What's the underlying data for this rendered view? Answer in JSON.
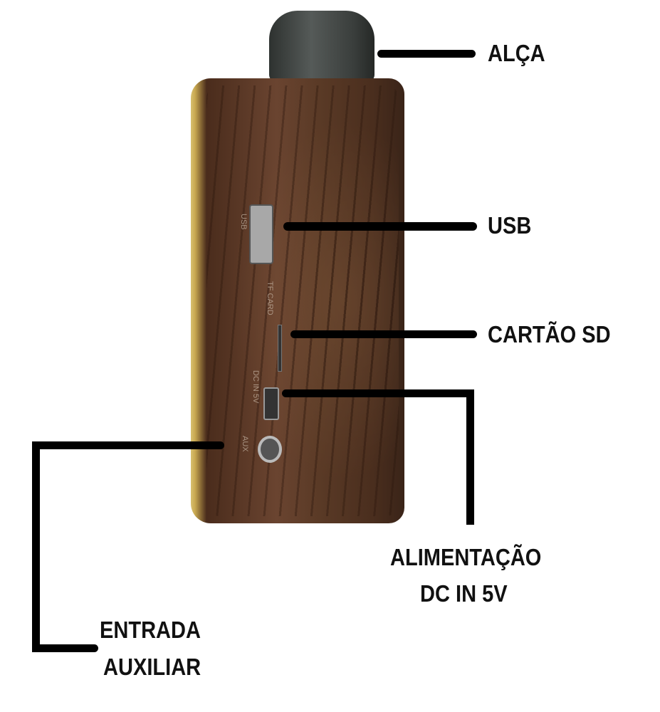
{
  "labels": {
    "handle": "ALÇA",
    "usb": "USB",
    "sd_card": "CARTÃO SD",
    "power_line1": "ALIMENTAÇÃO",
    "power_line2": "DC IN 5V",
    "aux_line1": "ENTRADA",
    "aux_line2": "AUXILIAR"
  },
  "device_markings": {
    "usb": "USB",
    "card": "TF CARD",
    "dc": "DC IN 5V",
    "aux": "AUX"
  }
}
